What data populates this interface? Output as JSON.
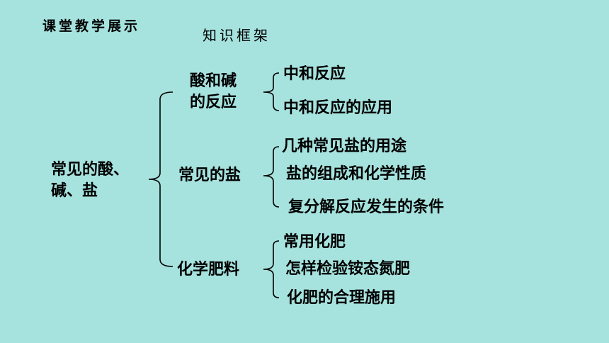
{
  "header": {
    "title": "课堂教学展示",
    "subtitle": "知识框架"
  },
  "diagram": {
    "root": {
      "line1": "常见的酸、",
      "line2": "碱、盐"
    },
    "branches": [
      {
        "label_line1": "酸和碱",
        "label_line2": "的反应",
        "items": [
          "中和反应",
          "中和反应的应用"
        ]
      },
      {
        "label_line1": "常见的盐",
        "items": [
          "几种常见盐的用途",
          "盐的组成和化学性质",
          "复分解反应发生的条件"
        ]
      },
      {
        "label_line1": "化学肥料",
        "items": [
          "常用化肥",
          "怎样检验铵态氮肥",
          "化肥的合理施用"
        ]
      }
    ]
  }
}
